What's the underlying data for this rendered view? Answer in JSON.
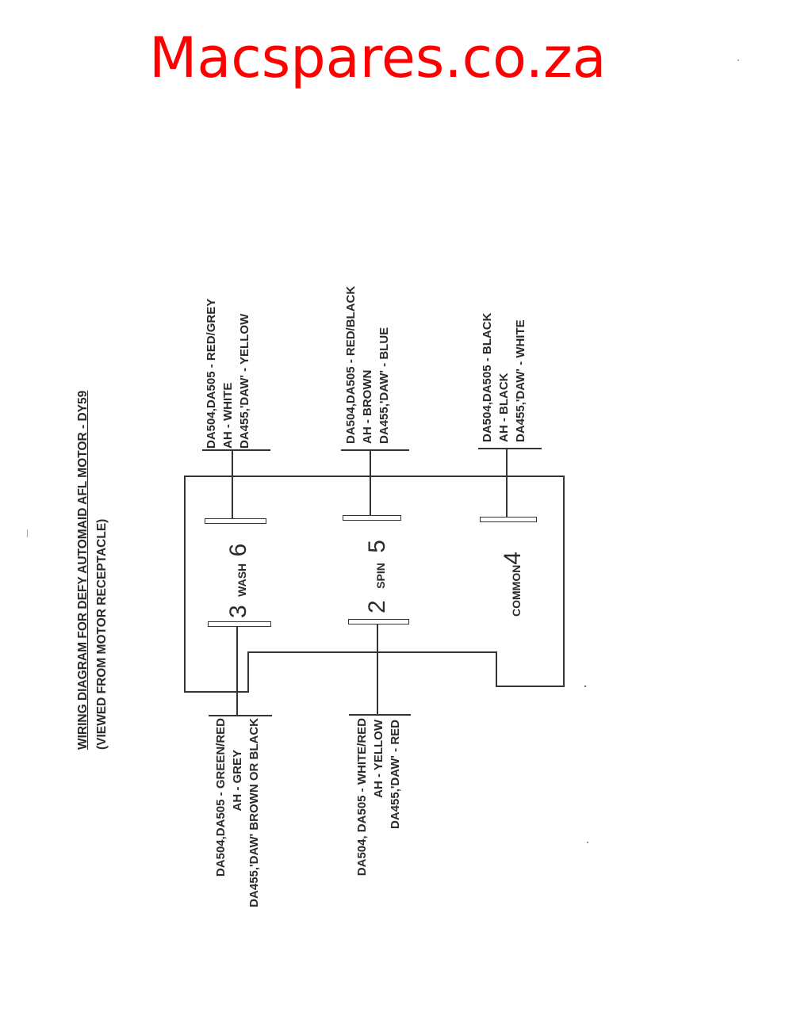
{
  "brand": {
    "text": "Macspares.co.za",
    "color": "#ff0000"
  },
  "diagram": {
    "title": "WIRING DIAGRAM FOR DEFY AUTOMAID AFL MOTOR - DY59",
    "subtitle": "(VIEWED FROM MOTOR RECEPTACLE)",
    "terminals": [
      {
        "number": "6",
        "name": "WASH"
      },
      {
        "number": "5",
        "name": "SPIN"
      },
      {
        "number": "4",
        "name": "COMMON"
      },
      {
        "number": "3",
        "name": "WASH"
      },
      {
        "number": "2",
        "name": "SPIN"
      }
    ],
    "top_labels": [
      {
        "terminal": "6",
        "lines": [
          "DA504,DA505 - RED/GREY",
          "AH - WHITE",
          "DA455,'DAW' - YELLOW"
        ]
      },
      {
        "terminal": "5",
        "lines": [
          "DA504,DA505 - RED/BLACK",
          "AH - BROWN",
          "DA455,'DAW' - BLUE"
        ]
      },
      {
        "terminal": "4",
        "lines": [
          "DA504,DA505 - BLACK",
          "AH - BLACK",
          "DA455,'DAW' - WHITE"
        ]
      }
    ],
    "bottom_labels": [
      {
        "terminal": "3",
        "lines": [
          "DA504,DA505 - GREEN/RED",
          "AH - GREY",
          "DA455,'DAW' BROWN OR BLACK"
        ]
      },
      {
        "terminal": "2",
        "lines": [
          "DA504, DA505 - WHITE/RED",
          "AH - YELLOW",
          "DA455,'DAW' - RED"
        ]
      }
    ]
  }
}
